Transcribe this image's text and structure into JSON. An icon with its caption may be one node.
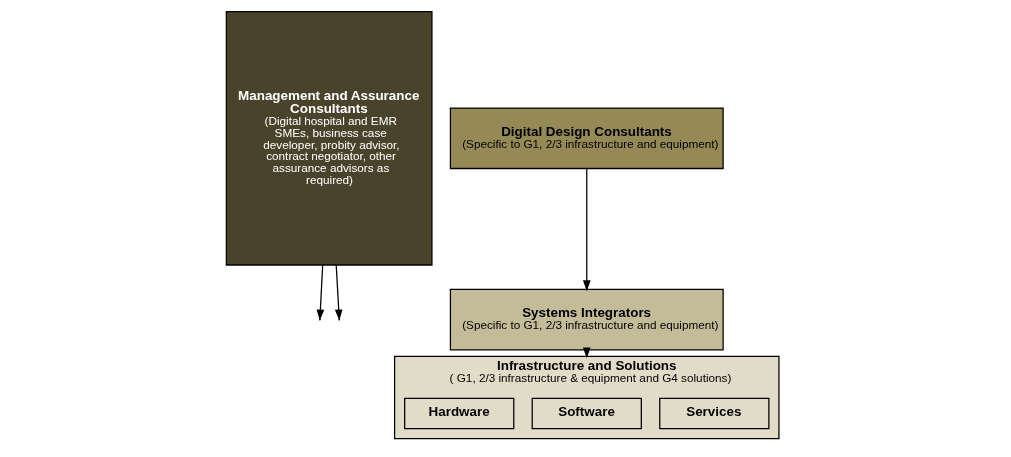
{
  "diagram": {
    "nodes": [
      {
        "text": [
          "Management and Assurance Consultants",
          "(Digital hospital and EMR SMEs, business case developer, probity advisor, contract negotiator, other assurance advisors as required)"
        ]
      },
      {
        "text": [
          "Digital Design Consultants",
          "(Specific to G1, 2/3 infrastructure and equipment)"
        ]
      },
      {
        "text": [
          "Systems Integrators",
          "(Specific to G1, 2/3 infrastructure and equipment)"
        ]
      },
      {
        "text": [
          "Infrastructure and Solutions",
          "( G1, 2/3 infrastructure & equipment and G4 solutions)"
        ]
      },
      {
        "text": [
          "Hardware"
        ],
        "in": 3
      },
      {
        "text": [
          "Software"
        ],
        "in": 3
      },
      {
        "text": [
          "Services"
        ],
        "in": 3
      }
    ],
    "edges": [
      {
        "from": 1,
        "to": 2,
        "arrow": "to"
      },
      {
        "from": 2,
        "to": 3,
        "arrow": "to"
      },
      {
        "from": 0,
        "to": null,
        "arrow": "to"
      },
      {
        "from": 0,
        "to": null,
        "arrow": "to"
      }
    ]
  }
}
